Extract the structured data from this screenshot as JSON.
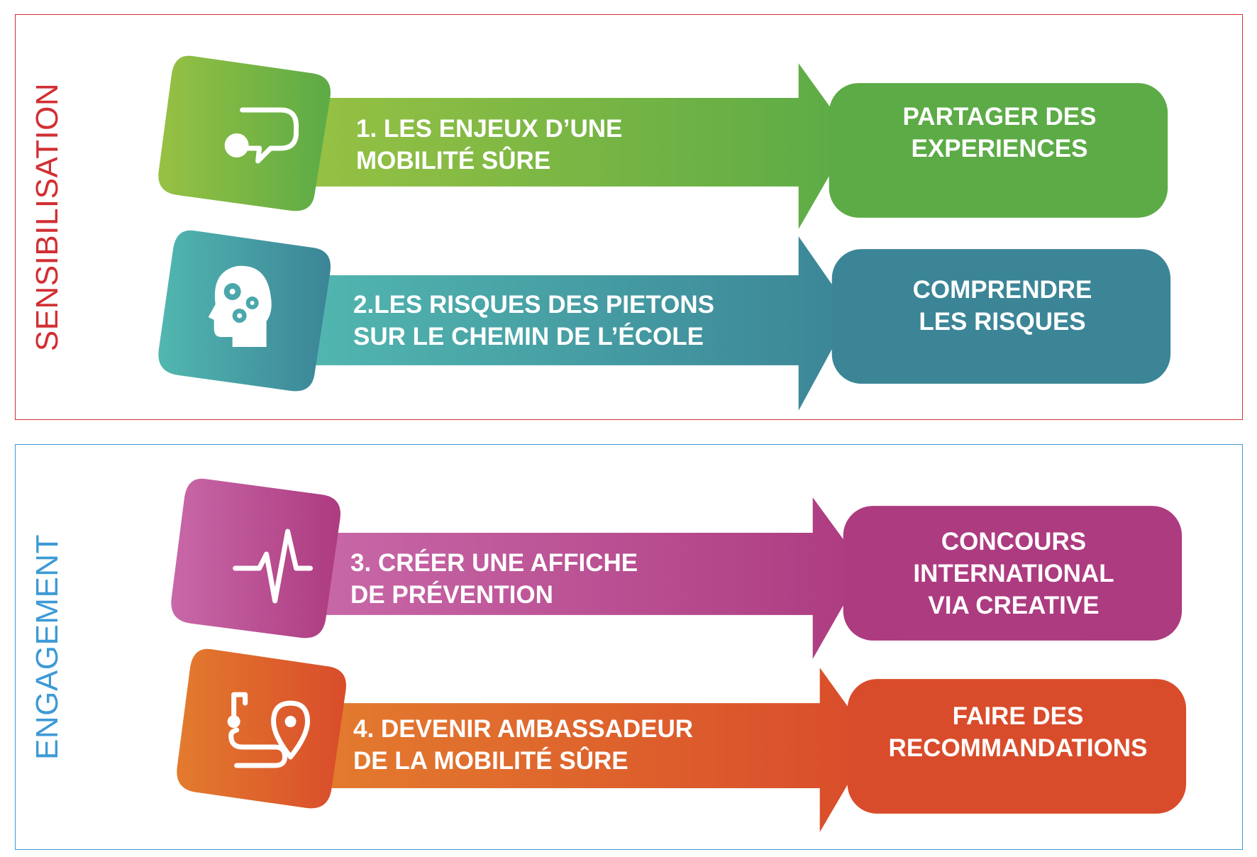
{
  "sections": [
    {
      "title": "SENSIBILISATION",
      "color": "#d12f33",
      "steps": [
        {
          "icon": "speech-bubble-icon",
          "label_lines": [
            "1. LES ENJEUX D’UNE",
            "MOBILITÉ SÛRE"
          ],
          "result_lines": [
            "PARTAGER DES",
            "EXPERIENCES"
          ],
          "color_start": "#97c143",
          "color_end": "#5cab46"
        },
        {
          "icon": "head-gears-icon",
          "label_lines": [
            "2.LES RISQUES DES PIETONS",
            "SUR LE CHEMIN DE L’ÉCOLE"
          ],
          "result_lines": [
            "COMPRENDRE",
            "LES RISQUES"
          ],
          "color_start": "#52b7b0",
          "color_end": "#3b8597"
        }
      ]
    },
    {
      "title": "ENGAGEMENT",
      "color": "#3d9ad6",
      "steps": [
        {
          "icon": "heartbeat-icon",
          "label_lines": [
            "3. CRÉER UNE AFFICHE",
            "DE PRÉVENTION"
          ],
          "result_lines": [
            "CONCOURS",
            "INTERNATIONAL",
            "VIA CREATIVE"
          ],
          "color_start": "#c868a8",
          "color_end": "#ad3b80"
        },
        {
          "icon": "route-pin-icon",
          "label_lines": [
            "4. DEVENIR AMBASSADEUR",
            "DE LA MOBILITÉ SÛRE"
          ],
          "result_lines": [
            "FAIRE DES",
            "RECOMMANDATIONS"
          ],
          "color_start": "#e37b2e",
          "color_end": "#d94c2b"
        }
      ]
    }
  ]
}
